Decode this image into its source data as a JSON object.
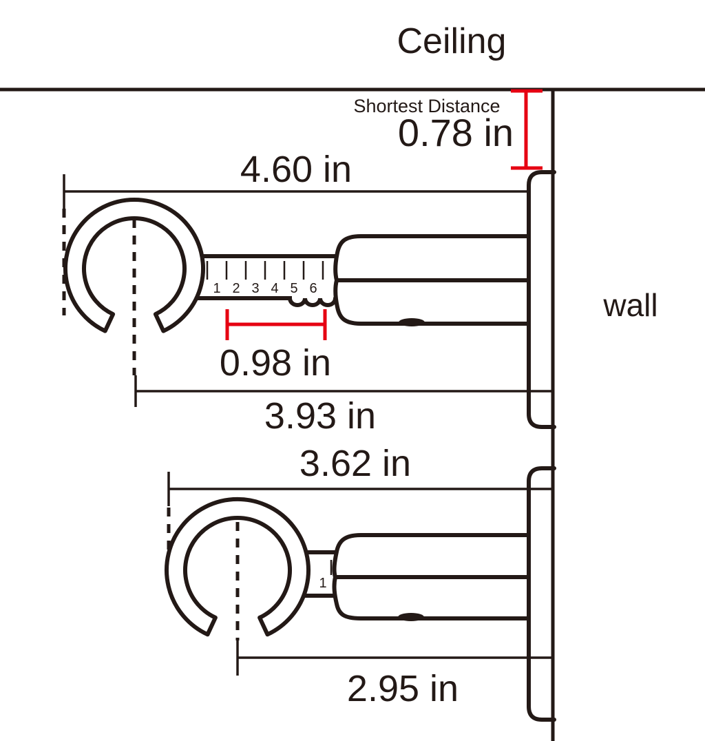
{
  "labels": {
    "ceiling": "Ceiling",
    "wall": "wall",
    "shortest_distance": "Shortest Distance"
  },
  "dimensions": {
    "ceiling_to_bracket": "0.78 in",
    "total_reach_extended": "4.60 in",
    "scale_length": "0.98 in",
    "rod_center_to_wall_extended": "3.93 in",
    "total_reach_retracted": "3.62 in",
    "rod_center_to_wall_retracted": "2.95 in"
  },
  "scale_numbers": {
    "extended": [
      "1",
      "2",
      "3",
      "4",
      "5",
      "6"
    ],
    "retracted": [
      "1"
    ]
  },
  "colors": {
    "line": "#231916",
    "dimension": "#e60012"
  }
}
